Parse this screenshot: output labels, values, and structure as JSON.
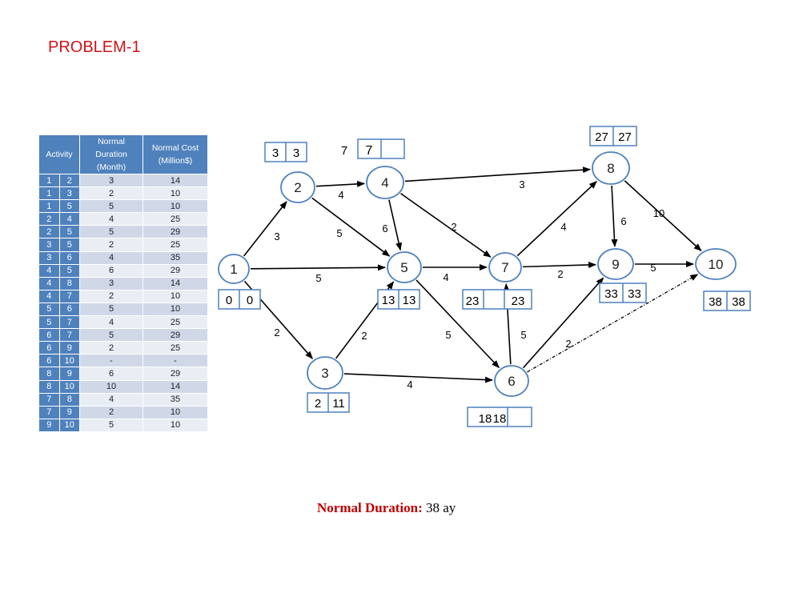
{
  "title": "PROBLEM-1",
  "table": {
    "headers": {
      "activity": "Activity",
      "duration": [
        "Normal",
        "Duration",
        "(Month)"
      ],
      "cost": [
        "Normal Cost",
        "(Million$)"
      ]
    },
    "rows": [
      [
        "1",
        "2",
        "3",
        "14"
      ],
      [
        "1",
        "3",
        "2",
        "10"
      ],
      [
        "1",
        "5",
        "5",
        "10"
      ],
      [
        "2",
        "4",
        "4",
        "25"
      ],
      [
        "2",
        "5",
        "5",
        "29"
      ],
      [
        "3",
        "5",
        "2",
        "25"
      ],
      [
        "3",
        "6",
        "4",
        "35"
      ],
      [
        "4",
        "5",
        "6",
        "29"
      ],
      [
        "4",
        "8",
        "3",
        "14"
      ],
      [
        "4",
        "7",
        "2",
        "10"
      ],
      [
        "5",
        "6",
        "5",
        "10"
      ],
      [
        "5",
        "7",
        "4",
        "25"
      ],
      [
        "6",
        "7",
        "5",
        "29"
      ],
      [
        "6",
        "9",
        "2",
        "25"
      ],
      [
        "6",
        "10",
        "-",
        "-"
      ],
      [
        "8",
        "9",
        "6",
        "29"
      ],
      [
        "8",
        "10",
        "10",
        "14"
      ],
      [
        "7",
        "8",
        "4",
        "35"
      ],
      [
        "7",
        "9",
        "2",
        "10"
      ],
      [
        "9",
        "10",
        "5",
        "10"
      ]
    ]
  },
  "nodes": [
    {
      "id": "1",
      "label": "1",
      "early": "0",
      "late": "0"
    },
    {
      "id": "2",
      "label": "2",
      "early": "3",
      "late": "3"
    },
    {
      "id": "3",
      "label": "3",
      "early": "2",
      "late": "11"
    },
    {
      "id": "4",
      "label": "4",
      "early": "7",
      "late": ""
    },
    {
      "id": "5",
      "label": "5",
      "early": "13",
      "late": "13"
    },
    {
      "id": "6",
      "label": "6",
      "early": "18",
      "late": "18"
    },
    {
      "id": "7",
      "label": "7",
      "early": "23",
      "late": "23"
    },
    {
      "id": "8",
      "label": "8",
      "early": "27",
      "late": "27"
    },
    {
      "id": "9",
      "label": "9",
      "early": "33",
      "late": "33"
    },
    {
      "id": "10",
      "label": "10",
      "early": "38",
      "late": "38"
    }
  ],
  "node4_side_label": "7",
  "edge_labels": {
    "e12": "3",
    "e13": "2",
    "e15": "5",
    "e24": "4",
    "e25": "5",
    "e35": "2",
    "e36": "4",
    "e45": "6",
    "e48": "3",
    "e47": "2",
    "e56": "5",
    "e57": "4",
    "e67": "5",
    "e69": "2",
    "e89": "6",
    "e810": "10",
    "e78": "4",
    "e79": "2",
    "e910": "5"
  },
  "footer": {
    "label": "Normal Duration:",
    "value": "38 ay"
  },
  "colors": {
    "accent": "#4f81bd",
    "title": "#d0131b",
    "node_stroke": "#4f81bd"
  }
}
